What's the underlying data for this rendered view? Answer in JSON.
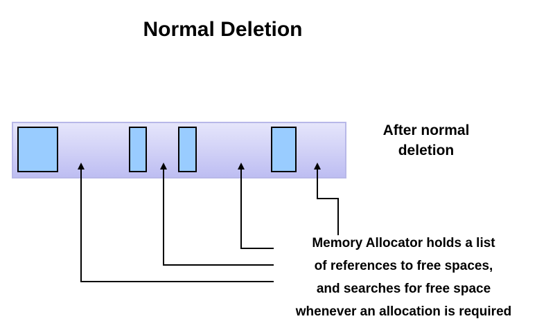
{
  "diagram": {
    "title": "Normal Deletion",
    "side_label_lines": [
      "After normal",
      "deletion"
    ],
    "note_lines": [
      "Memory Allocator holds a list",
      "of references to free spaces,",
      "and searches for free space",
      "whenever an allocation is required"
    ],
    "colors": {
      "memory_bar_top": "#e6e6fb",
      "memory_bar_bottom": "#bdbdf2",
      "memory_bar_border": "#b8b8e8",
      "block_fill": "#99ccff",
      "line": "#000000"
    }
  }
}
